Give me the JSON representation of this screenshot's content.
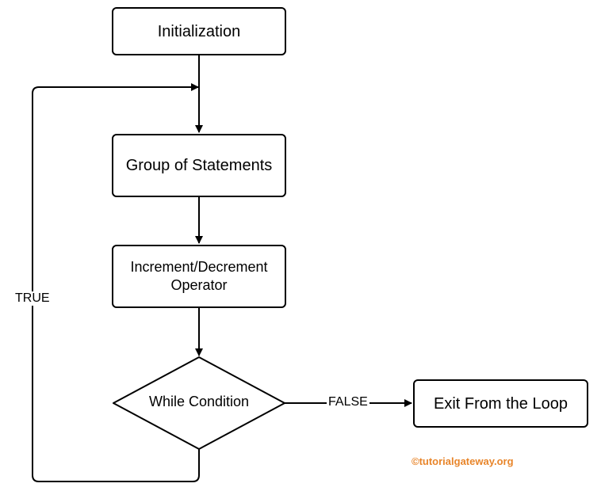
{
  "nodes": {
    "initialization": "Initialization",
    "group_of_statements": "Group of Statements",
    "increment_decrement_line1": "Increment/Decrement",
    "increment_decrement_line2": "Operator",
    "while_condition": "While Condition",
    "exit_loop": "Exit From the Loop"
  },
  "edges": {
    "true_label": "TRUE",
    "false_label": "FALSE"
  },
  "watermark": "©tutorialgateway.org",
  "colors": {
    "line": "#000000",
    "watermark": "#e8852a"
  }
}
